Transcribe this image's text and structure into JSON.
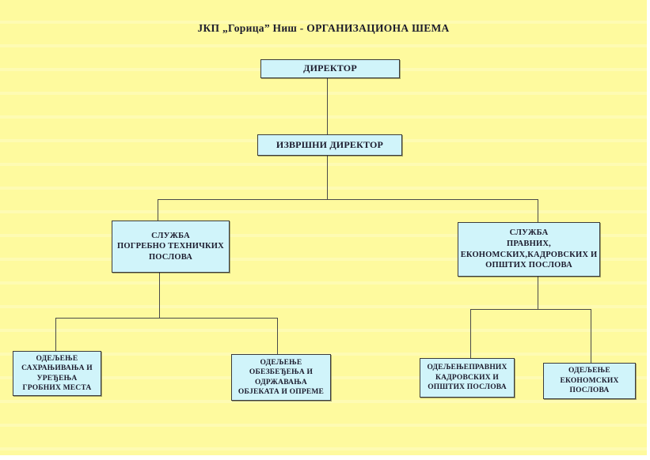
{
  "title": "ЈКП „Горица” Ниш - ОРГАНИЗАЦИОНА ШЕМА",
  "colors": {
    "page_background": "#FEFA9E",
    "box_fill": "#D0F4FA",
    "box_border": "#3C3C3C",
    "connector": "#4A4A4A",
    "text": "#1C1C2E",
    "margin_white": "#FFFFFF"
  },
  "boxes": {
    "director": {
      "lines": [
        "ДИРЕКТОР"
      ]
    },
    "executive_director": {
      "lines": [
        "ИЗВРШНИ ДИРЕКТОР"
      ]
    },
    "service_funeral_technical": {
      "lines": [
        "СЛУЖБА",
        "ПОГРЕБНО ТЕХНИЧКИХ",
        "ПОСЛОВА"
      ]
    },
    "service_legal_economic": {
      "lines": [
        "СЛУЖБА",
        "ПРАВНИХ,",
        "ЕКОНОМСКИХ,КАДРОВСКИХ И",
        "ОПШТИХ ПОСЛОВА"
      ]
    },
    "dept_burial": {
      "lines": [
        "ОДЕЉЕЊЕ",
        "САХРАЊИВАЊА И",
        "УРЕЂЕЊА",
        "ГРОБНИХ МЕСТА"
      ]
    },
    "dept_maintenance": {
      "lines": [
        "ОДЕЉЕЊЕ",
        "ОБЕЗБЕЂЕЊА И",
        "ОДРЖАВАЊА",
        "ОБЈЕКАТА И ОПРЕМЕ"
      ]
    },
    "dept_legal_hr": {
      "lines": [
        "ОДЕЉЕЊЕПРАВНИХ",
        "КАДРОВСКИХ И",
        "ОПШТИХ ПОСЛОВА"
      ]
    },
    "dept_economic": {
      "lines": [
        "ОДЕЉЕЊЕ",
        "ЕКОНОМСКИХ",
        "ПОСЛОВА"
      ]
    }
  }
}
